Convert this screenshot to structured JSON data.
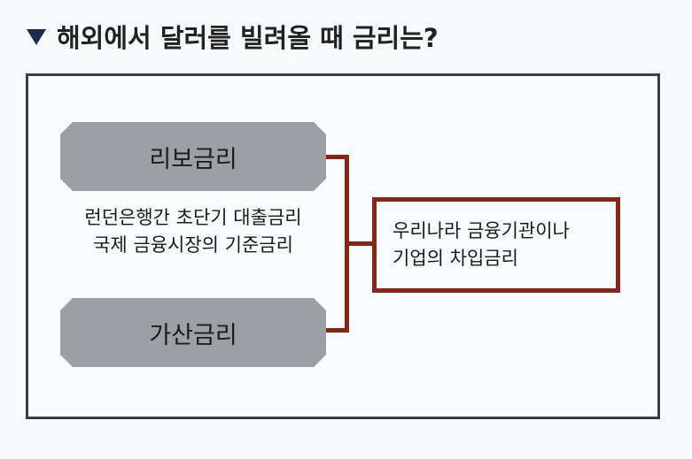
{
  "title": "해외에서 달러를 빌려올 때 금리는?",
  "components": {
    "base_rate": "리보금리",
    "base_rate_desc": [
      "런던은행간 초단기 대출금리",
      "국제 금융시장의 기준금리"
    ],
    "spread": "가산금리"
  },
  "result": {
    "lines": [
      "우리나라 금융기관이나",
      "기업의 차입금리"
    ]
  },
  "colors": {
    "bracket": "#8a2416",
    "pill_fill": "#9c9fa3",
    "title_marker": "#1d2a4e",
    "frame": "#3e3e40"
  }
}
